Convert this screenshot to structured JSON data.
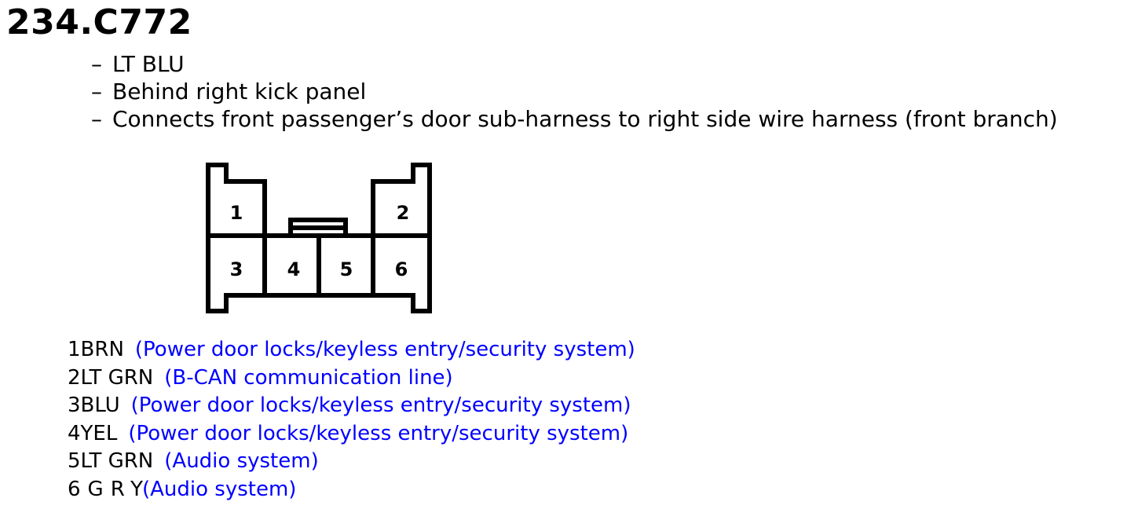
{
  "title": "234.C772",
  "details": [
    "LT BLU",
    "Behind right kick panel",
    "Connects front passenger’s door sub-harness to right side wire harness (front branch)"
  ],
  "details_bullet": "–",
  "connector": {
    "cavities": [
      "1",
      "2",
      "3",
      "4",
      "5",
      "6"
    ]
  },
  "pins": [
    {
      "num": "1",
      "color": "BRN",
      "desc": "(Power door locks/keyless entry/security system)"
    },
    {
      "num": "2",
      "color": "LT GRN",
      "desc": "(B-CAN communication line)"
    },
    {
      "num": "3",
      "color": "BLU",
      "desc": "(Power door locks/keyless entry/security system)"
    },
    {
      "num": "4",
      "color": "YEL",
      "desc": "(Power door locks/keyless entry/security system)"
    },
    {
      "num": "5",
      "color": "LT GRN",
      "desc": "(Audio system)"
    },
    {
      "num": "6",
      "color": "GRY",
      "desc": "(Audio system)"
    }
  ],
  "colors": {
    "text": "#000000",
    "description": "#0000ff",
    "outline": "#000000"
  }
}
